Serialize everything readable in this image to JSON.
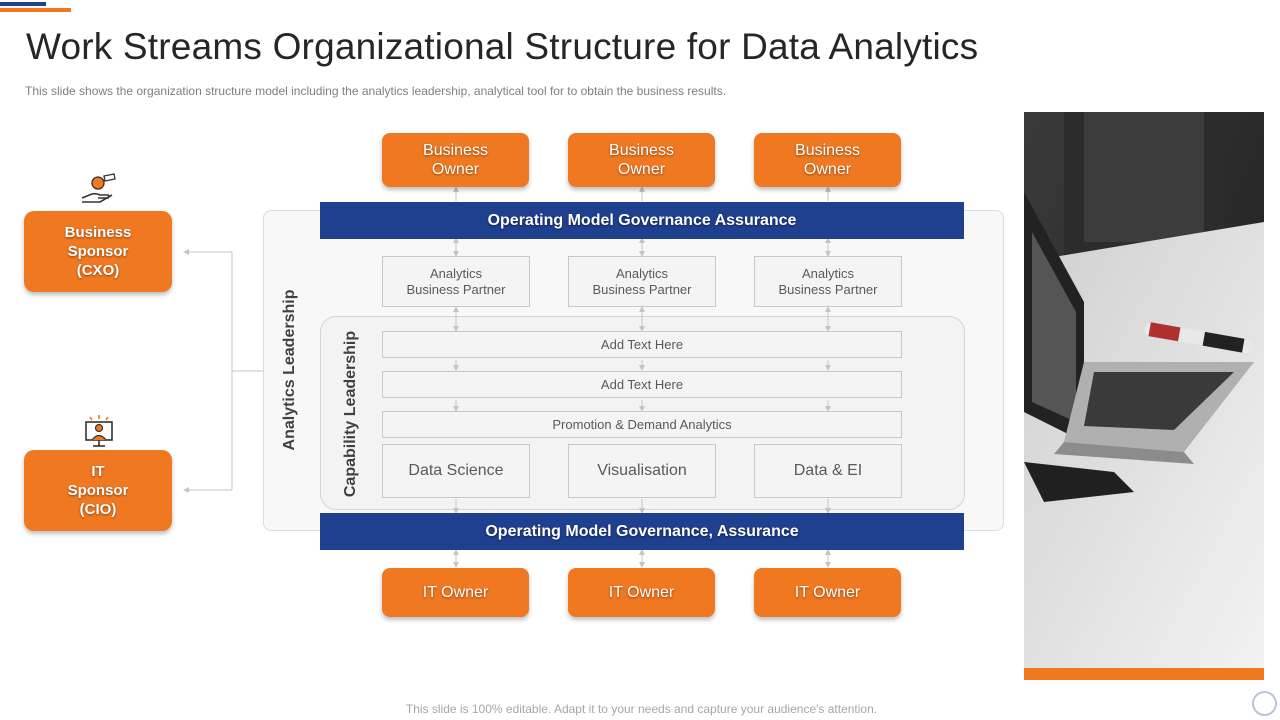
{
  "header": {
    "title": "Work Streams Organizational Structure for Data Analytics",
    "subtitle": "This slide shows the organization  structure  model including the analytics leadership,  analytical tool for to obtain the business results."
  },
  "sponsors": [
    {
      "label": "Business\nSponsor\n(CXO)",
      "icon": "hand-money-icon"
    },
    {
      "label": "IT\nSponsor\n(CIO)",
      "icon": "presentation-person-icon"
    }
  ],
  "business_owners": [
    "Business\nOwner",
    "Business\nOwner",
    "Business\nOwner"
  ],
  "governance": {
    "top": "Operating Model Governance Assurance",
    "bottom": "Operating Model Governance, Assurance"
  },
  "partners": [
    "Analytics\nBusiness Partner",
    "Analytics\nBusiness Partner",
    "Analytics\nBusiness Partner"
  ],
  "side_labels": {
    "analytics": "Analytics Leadership",
    "capability": "Capability Leadership"
  },
  "rows": [
    "Add Text Here",
    "Add Text Here",
    "Promotion & Demand Analytics"
  ],
  "capabilities": [
    "Data Science",
    "Visualisation",
    "Data & EI"
  ],
  "it_owners": [
    "IT Owner",
    "IT Owner",
    "IT Owner"
  ],
  "footer": "This slide is 100% editable. Adapt it to your needs and capture your audience's attention.",
  "colors": {
    "orange": "#f07820",
    "navy": "#1f3f8f",
    "panel": "#f8f8f8"
  }
}
